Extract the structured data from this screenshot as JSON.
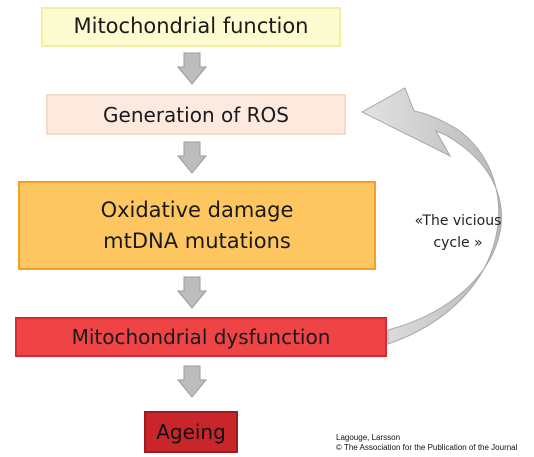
{
  "boxes": {
    "mitochondrial_function": "Mitochondrial function",
    "generation_of_ros": "Generation of ROS",
    "oxidative_damage_line1": "Oxidative damage",
    "oxidative_damage_line2": "mtDNA mutations",
    "mitochondrial_dysfunction": "Mitochondrial dysfunction",
    "ageing": "Ageing"
  },
  "cycle_label": {
    "line1": "«The vicious",
    "line2": "cycle »"
  },
  "credit": {
    "authors": "Lagouge, Larsson",
    "copyright": "© The Association for the Publication of the Journal"
  },
  "colors": {
    "mitochondrial_function_fill": "#fdfbd0",
    "generation_of_ros_fill": "#fde9de",
    "oxidative_damage_fill": "#fec660",
    "mitochondrial_dysfunction_fill": "#ee4446",
    "ageing_fill": "#c8262a",
    "arrow_gray": "#bdbdbd"
  }
}
